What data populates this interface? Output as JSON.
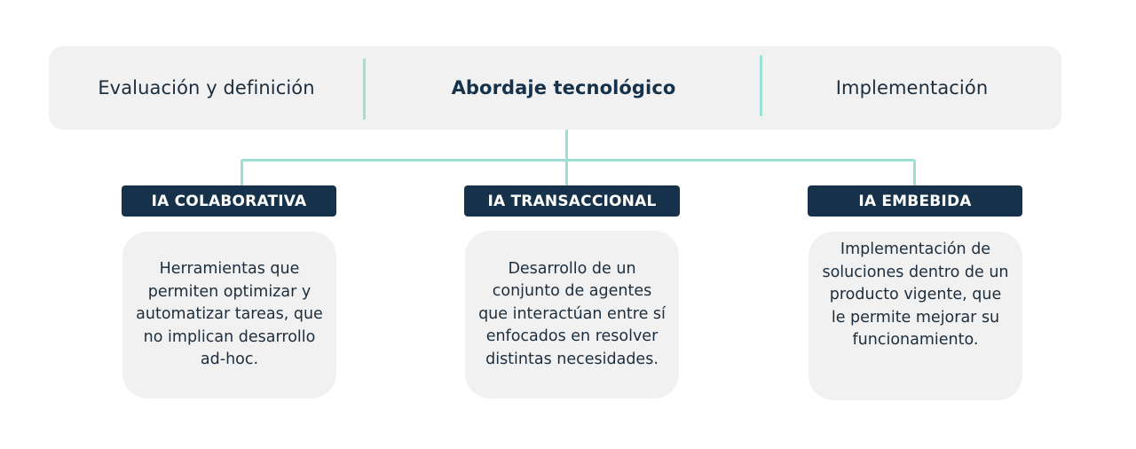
{
  "phases": [
    {
      "label": "Evaluación y definición",
      "active": false
    },
    {
      "label": "Abordaje tecnológico",
      "active": true
    },
    {
      "label": "Implementación",
      "active": false
    }
  ],
  "branches": [
    {
      "title": "IA COLABORATIVA",
      "description": "Herramientas que permiten optimizar y automatizar tareas, que no implican desarrollo ad-hoc."
    },
    {
      "title": "IA TRANSACCIONAL",
      "description": "Desarrollo de un conjunto de agentes que interactúan entre sí enfocados en resolver distintas necesidades."
    },
    {
      "title": "IA EMBEBIDA",
      "description": "Implementación de soluciones dentro de un producto vigente, que le permite mejorar su funcionamiento."
    }
  ],
  "colors": {
    "panel_bg": "#f1f1f1",
    "accent_teal": "#9dded5",
    "label_navy": "#16324a",
    "text_dark": "#1c2e3d"
  }
}
